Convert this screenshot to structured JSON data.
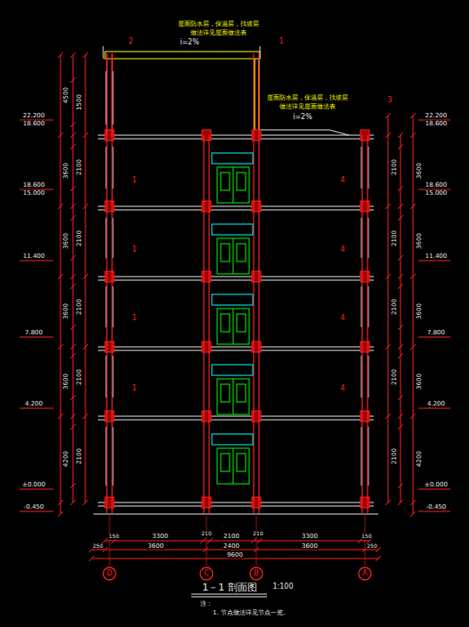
{
  "diagram": {
    "title": "1－1 剖面图",
    "labels": [
      "屋面防水层，保温层，找坡层",
      "做法详见屋面做法表",
      "i=2%",
      "屋面防水层，保温层，找坡层",
      "做法详见屋面做法表",
      "i=2%",
      "2",
      "1",
      "3",
      "1",
      "1",
      "1",
      "1",
      "4",
      "4",
      "4",
      "4",
      "22.200",
      "18.600",
      "18.600",
      "15.000",
      "11.400",
      "7.800",
      "4.200",
      "±0.000",
      "-0.450",
      "22.200",
      "18.600",
      "18.600",
      "15.000",
      "11.400",
      "7.800",
      "4.200",
      "±0.000",
      "-0.450",
      "4500",
      "3600",
      "3600",
      "3600",
      "3600",
      "4200",
      "2100",
      "2100",
      "2100",
      "2100",
      "2100",
      "1500",
      "3600",
      "3600",
      "3600",
      "3600",
      "4200",
      "2100",
      "2100",
      "2100",
      "2100",
      "2100",
      "150",
      "3300",
      "210",
      "2100",
      "210",
      "3300",
      "150",
      "250",
      "3600",
      "2400",
      "3600",
      "250",
      "9600",
      "D",
      "C",
      "B",
      "A",
      "1:100",
      "注：",
      "1. 节点做法详见节点一览。"
    ]
  }
}
